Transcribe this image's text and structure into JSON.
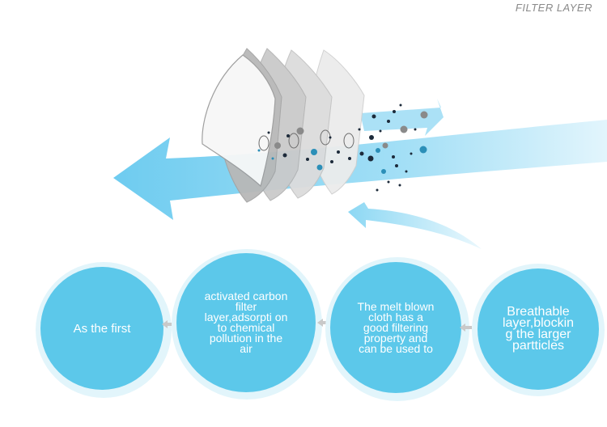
{
  "header": {
    "title": "FILTER LAYER"
  },
  "steps": [
    {
      "label": "As the first"
    },
    {
      "label": "activated carbon filter layer,adsorpti on to chemical pollution in the air"
    },
    {
      "label": "The melt blown cloth has a good filtering property and can be used to"
    },
    {
      "label": "Breathable layer,blockin g the larger partticles"
    }
  ],
  "colors": {
    "circle": "#5cc8ea",
    "halo": "#e2f5fb",
    "airflow": "#7fd0ef",
    "particle_dark": "#1c2a3a",
    "particle_blue": "#2b8fb8",
    "particle_gray": "#8a8a8a",
    "title": "#8a8a8a",
    "arrow": "#c9c9c9"
  }
}
